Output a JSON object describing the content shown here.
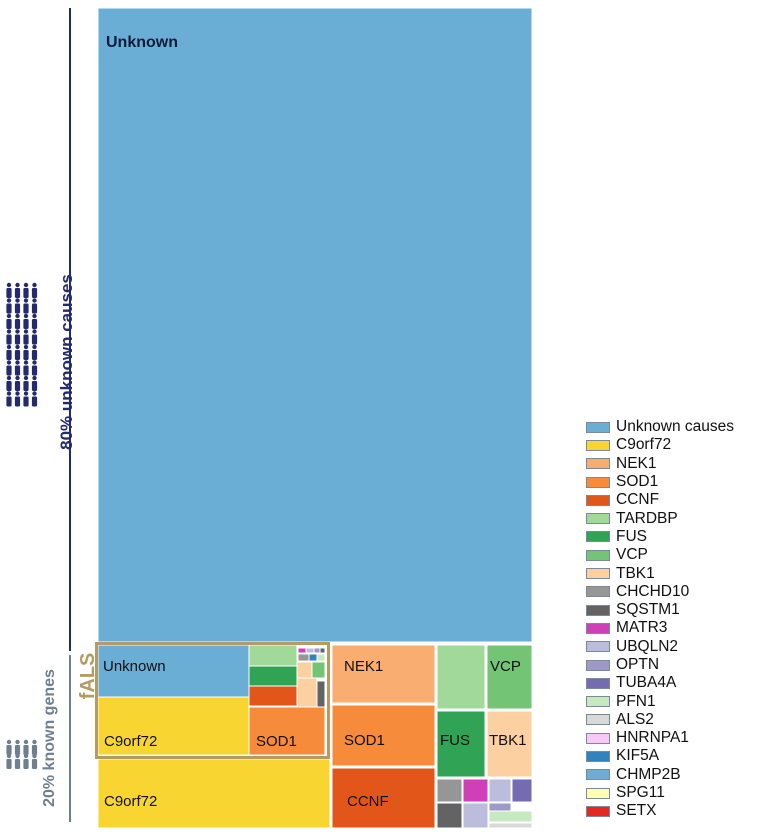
{
  "colors": {
    "unknown": "#6aaed6",
    "c9orf72": "#f9d531",
    "nek1": "#f9ad70",
    "sod1": "#f78b3c",
    "ccnf": "#e25619",
    "tardbp": "#a1d99b",
    "fus": "#31a354",
    "vcp": "#74c476",
    "tbk1": "#fdd0a2",
    "chchd10": "#969696",
    "sqstm1": "#636363",
    "matr3": "#ce3fb8",
    "ubqln2": "#bcbddc",
    "optn": "#9e9ac8",
    "tuba4a": "#756bb1",
    "pfn1": "#c7e9c0",
    "als2": "#d9d9d9",
    "hnrnpa1": "#f6c9f6",
    "kif5a": "#3182bd",
    "chmp2b": "#6baed6",
    "spg11": "#ffffb2",
    "setx": "#e8281e",
    "side_dark": "#232b6e",
    "side_grey": "#6f7f8f",
    "fals_gold": "#b59a63"
  },
  "labels": {
    "unknown_main": "Unknown",
    "unknown_fals": "Unknown",
    "c9orf72_fals": "C9orf72",
    "sod1_fals": "SOD1",
    "nek1": "NEK1",
    "vcp": "VCP",
    "sod1": "SOD1",
    "fus": "FUS",
    "tbk1": "TBK1",
    "c9orf72": "C9orf72",
    "ccnf": "CCNF"
  },
  "side": {
    "unknown_causes": "80% unknown causes",
    "known_genes": "20% known genes",
    "fals": "fALS"
  },
  "chart_data": {
    "type": "treemap",
    "groups": [
      {
        "name": "Unknown",
        "share_percent": 80
      },
      {
        "name": "Known genes",
        "share_percent": 20,
        "children": [
          {
            "name": "fALS",
            "children": [
              "Unknown",
              "C9orf72",
              "SOD1",
              "TARDBP",
              "FUS",
              "CCNF",
              "TBK1",
              "VCP",
              "SQSTM1",
              "MATR3",
              "UBQLN2",
              "OPTN"
            ]
          },
          "C9orf72",
          "NEK1",
          "SOD1",
          "CCNF",
          "TARDBP",
          "VCP",
          "FUS",
          "TBK1",
          "CHCHD10",
          "MATR3",
          "UBQLN2",
          "OPTN",
          "TUBA4A",
          "SQSTM1",
          "PFN1",
          "ALS2"
        ]
      }
    ],
    "legend": [
      "Unknown causes",
      "C9orf72",
      "NEK1",
      "SOD1",
      "CCNF",
      "TARDBP",
      "FUS",
      "VCP",
      "TBK1",
      "CHCHD10",
      "SQSTM1",
      "MATR3",
      "UBQLN2",
      "OPTN",
      "TUBA4A",
      "PFN1",
      "ALS2",
      "HNRNPA1",
      "KIF5A",
      "CHMP2B",
      "SPG11",
      "SETX"
    ],
    "legend_keys": [
      "unknown",
      "c9orf72",
      "nek1",
      "sod1",
      "ccnf",
      "tardbp",
      "fus",
      "vcp",
      "tbk1",
      "chchd10",
      "sqstm1",
      "matr3",
      "ubqln2",
      "optn",
      "tuba4a",
      "pfn1",
      "als2",
      "hnrnpa1",
      "kif5a",
      "chmp2b",
      "spg11",
      "setx"
    ],
    "legend_placement": "right"
  }
}
